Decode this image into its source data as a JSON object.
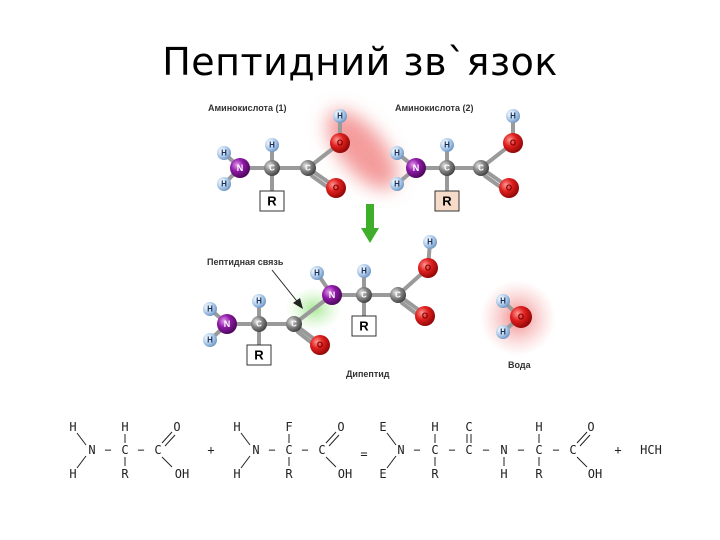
{
  "slide": {
    "title": "Пептидний зв`язок"
  },
  "diagram": {
    "amino_acid_1_label": "Аминокислота (1)",
    "amino_acid_2_label": "Аминокислота (2)",
    "peptide_bond_label": "Пептидная связь",
    "dipeptide_label": "Дипептид",
    "water_label": "Вода",
    "atoms": {
      "hydrogen": "H",
      "nitrogen": "N",
      "carbon": "C",
      "oxygen": "O",
      "radical": "R"
    },
    "colors": {
      "oxygen": "#e0201e",
      "nitrogen": "#8e1aa6",
      "carbon": "#8a8a8a",
      "hydrogen": "#9fc3e6",
      "arrow": "#3fae2a",
      "elimination_highlight": "#f4a0a0",
      "bond_highlight": "#b8eeaa"
    }
  },
  "equation": {
    "plus_1": "+",
    "equals": "=",
    "plus_2": "+",
    "product": "HCH",
    "molecule_1": {
      "h": "H",
      "n": "N",
      "c": "C",
      "o": "O",
      "r": "R",
      "oh": "OH",
      "dash": "−"
    },
    "molecule_2": {
      "h": "H",
      "n": "N",
      "c": "C",
      "o": "O",
      "f": "F",
      "r": "R",
      "oh": "OH",
      "dash": "−"
    },
    "dipeptide": {
      "e": "E",
      "h": "H",
      "n": "N",
      "c": "C",
      "o": "O",
      "r": "R",
      "oh": "OH",
      "dash": "−"
    }
  }
}
